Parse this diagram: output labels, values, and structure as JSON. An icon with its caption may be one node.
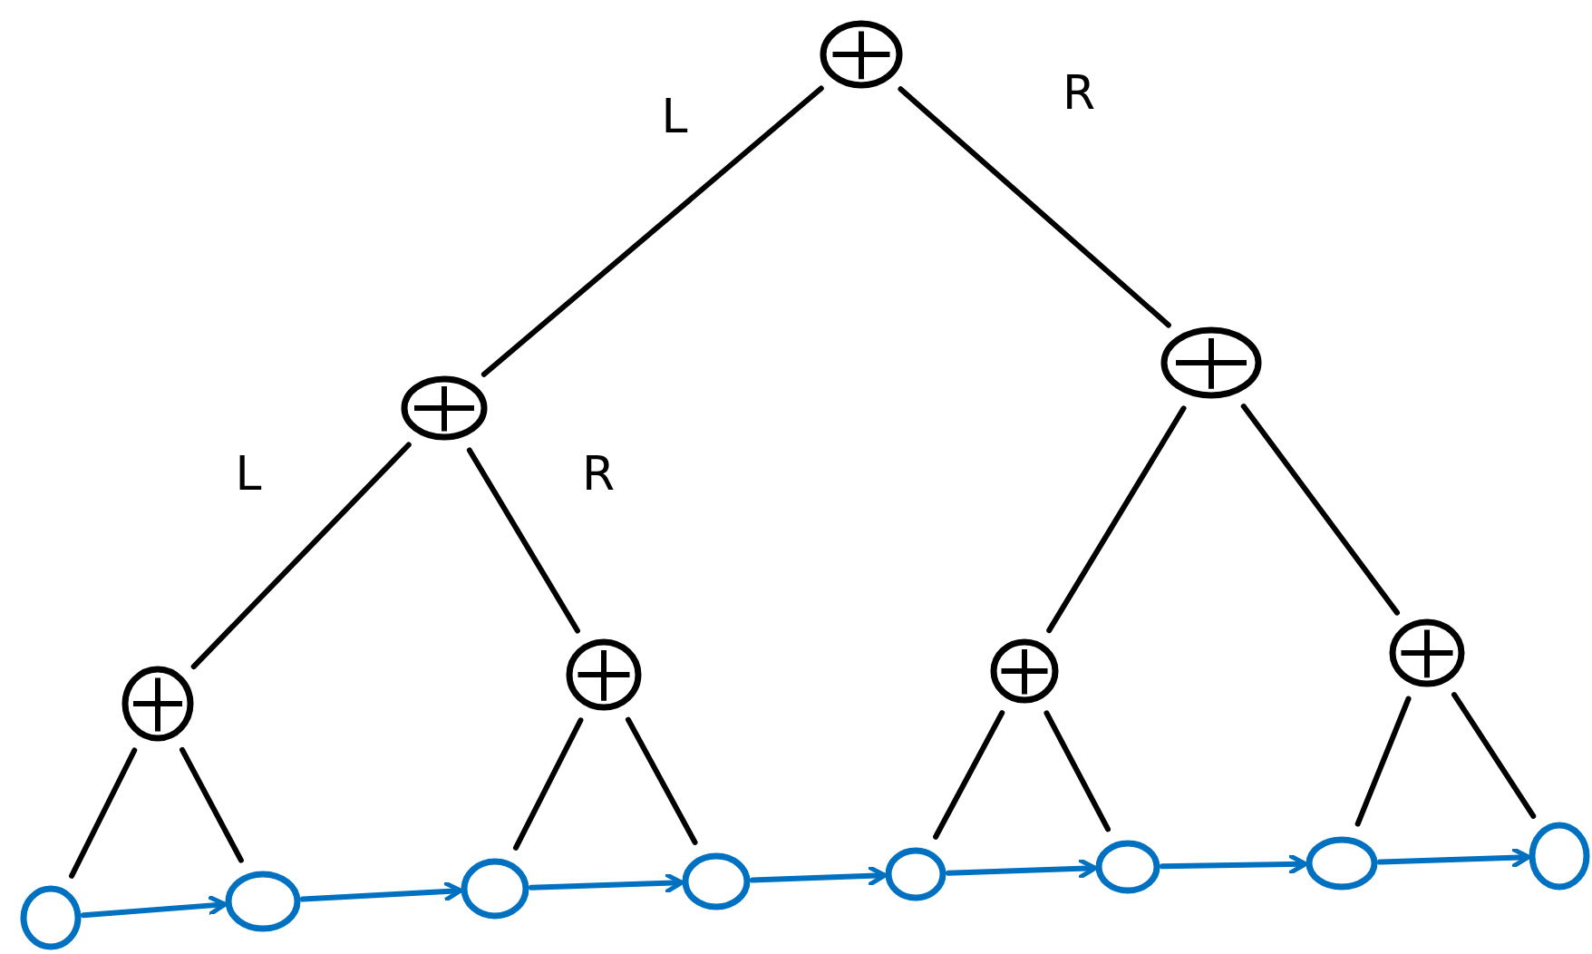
{
  "diagram": {
    "nodes": [
      {
        "text": [],
        "shape": "circle"
      },
      {
        "text": [],
        "shape": "circle"
      },
      {
        "text": [],
        "shape": "circle"
      },
      {
        "text": [],
        "shape": "circle"
      },
      {
        "text": [],
        "shape": "circle"
      },
      {
        "text": [],
        "shape": "circle"
      },
      {
        "text": [],
        "shape": "circle"
      },
      {
        "text": [],
        "shape": "circle"
      },
      {
        "text": [],
        "shape": "circle"
      },
      {
        "text": [],
        "shape": "circle"
      },
      {
        "text": [],
        "shape": "circle"
      },
      {
        "text": [],
        "shape": "circle"
      },
      {
        "text": [],
        "shape": "circle"
      },
      {
        "text": [],
        "shape": "circle"
      },
      {
        "text": [],
        "shape": "circle"
      }
    ],
    "edges": [
      {
        "from": 0,
        "to": 1,
        "arrow": "none",
        "label": "L"
      },
      {
        "from": 0,
        "to": 2,
        "arrow": "none",
        "label": "R"
      },
      {
        "from": 1,
        "to": 3,
        "arrow": "none",
        "label": "L"
      },
      {
        "from": 1,
        "to": 4,
        "arrow": "none",
        "label": "R"
      },
      {
        "from": 2,
        "to": 5,
        "arrow": "none"
      },
      {
        "from": 2,
        "to": 6,
        "arrow": "none"
      },
      {
        "from": 3,
        "to": 7,
        "arrow": "none"
      },
      {
        "from": 3,
        "to": 8,
        "arrow": "none"
      },
      {
        "from": 4,
        "to": 9,
        "arrow": "none"
      },
      {
        "from": 4,
        "to": 10,
        "arrow": "none"
      },
      {
        "from": 5,
        "to": 11,
        "arrow": "none"
      },
      {
        "from": 5,
        "to": 12,
        "arrow": "none"
      },
      {
        "from": 6,
        "to": 13,
        "arrow": "none"
      },
      {
        "from": 6,
        "to": 14,
        "arrow": "none"
      },
      {
        "from": 7,
        "to": 8,
        "arrow": "to",
        "color": "#0070c0"
      },
      {
        "from": 8,
        "to": 9,
        "arrow": "to",
        "color": "#0070c0"
      },
      {
        "from": 9,
        "to": 10,
        "arrow": "to",
        "color": "#0070c0"
      },
      {
        "from": 10,
        "to": 11,
        "arrow": "to",
        "color": "#0070c0"
      },
      {
        "from": 11,
        "to": 12,
        "arrow": "to",
        "color": "#0070c0"
      },
      {
        "from": 12,
        "to": 13,
        "arrow": "to",
        "color": "#0070c0"
      },
      {
        "from": 13,
        "to": 14,
        "arrow": "to",
        "color": "#0070c0"
      }
    ]
  }
}
